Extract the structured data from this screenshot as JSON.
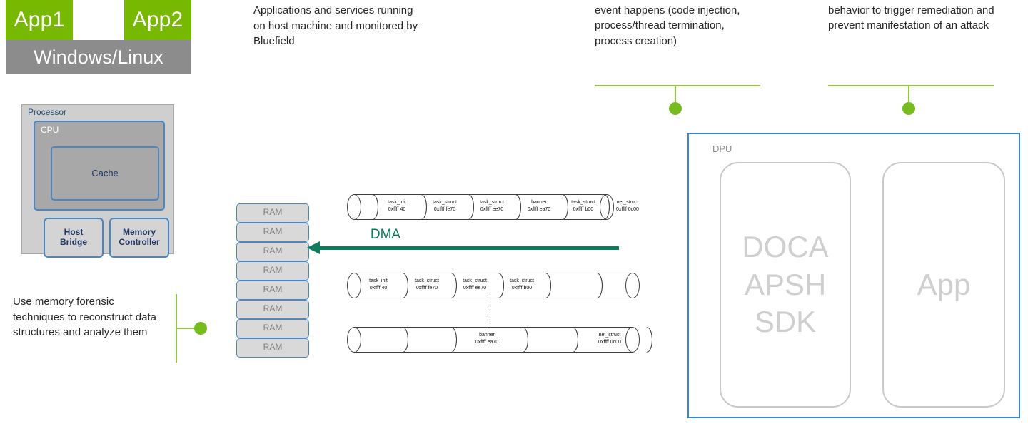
{
  "host": {
    "app1": "App1",
    "app2": "App2",
    "os": "Windows/Linux",
    "processor": {
      "title": "Processor",
      "cpu_title": "CPU",
      "cache": "Cache",
      "host_bridge": "Host\nBridge",
      "host_bridge_line1": "Host",
      "host_bridge_line2": "Bridge",
      "memory_controller_line1": "Memory",
      "memory_controller_line2": "Controller"
    }
  },
  "ram": {
    "label": "RAM",
    "count": 8,
    "blocks": [
      "RAM",
      "RAM",
      "RAM",
      "RAM",
      "RAM",
      "RAM",
      "RAM",
      "RAM"
    ]
  },
  "dma": {
    "label": "DMA",
    "direction": "right-to-left",
    "color": "#0f7b5f"
  },
  "memory_rows": [
    {
      "id": "row-1",
      "cells": [
        {
          "name": "",
          "addr": ""
        },
        {
          "name": "task_init",
          "addr": "0xffff 40"
        },
        {
          "name": "task_struct",
          "addr": "0xffff fe70"
        },
        {
          "name": "task_struct",
          "addr": "0xffff ee70"
        },
        {
          "name": "banner",
          "addr": "0xffff ea70"
        },
        {
          "name": "task_struct",
          "addr": "0xffff b00"
        },
        {
          "name": "net_struct",
          "addr": "0xffff 0c00"
        }
      ]
    },
    {
      "id": "row-2",
      "cells": [
        {
          "name": "task_init",
          "addr": "0xffff 40"
        },
        {
          "name": "task_struct",
          "addr": "0xffff fe70"
        },
        {
          "name": "task_struct",
          "addr": "0xffff ee70"
        },
        {
          "name": "task_struct",
          "addr": "0xffff b00"
        },
        {
          "name": "",
          "addr": ""
        },
        {
          "name": "",
          "addr": ""
        }
      ]
    },
    {
      "id": "row-3",
      "cells": [
        {
          "name": "",
          "addr": ""
        },
        {
          "name": "",
          "addr": ""
        },
        {
          "name": "banner",
          "addr": "0xffff ea70"
        },
        {
          "name": "",
          "addr": ""
        },
        {
          "name": "net_struct",
          "addr": "0xffff 0c00"
        },
        {
          "name": "",
          "addr": ""
        }
      ]
    }
  ],
  "callouts": {
    "apps": "Applications and services running on host machine and monitored by Bluefield",
    "events": "hypervisor, VMs, when a critical event happens (code injection, process/thread termination, process creation)",
    "admin": "Administrator upon detection of bad behavior to trigger remediation and prevent manifestation of an attack",
    "forensic": "Use memory forensic techniques to reconstruct data structures and analyze them"
  },
  "dpu": {
    "title": "DPU",
    "cards": [
      {
        "label": "DOCA APSH SDK"
      },
      {
        "label": "App"
      }
    ]
  },
  "colors": {
    "app_green": "#76b900",
    "os_gray": "#8c8c8c",
    "dma_teal": "#0f7b5f",
    "connector_green": "#92c83e",
    "dot_green": "#76bc21",
    "dpu_border": "#3b86d0",
    "block_border_blue": "#4a86c5"
  }
}
